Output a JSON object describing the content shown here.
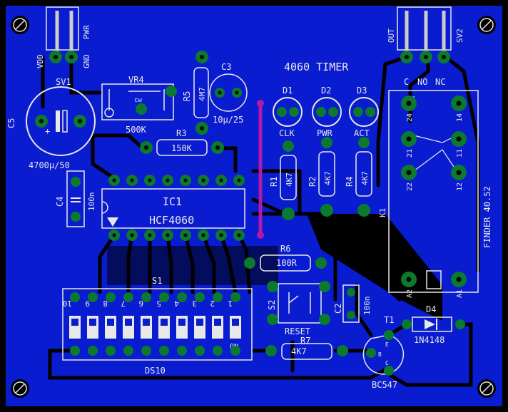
{
  "board": {
    "title": "4060 TIMER",
    "colors": {
      "copper": "#0a1ccf",
      "silk": "#e8e8e8",
      "pad": "#0b7a2e",
      "via": "#b01aa8",
      "background": "#000000"
    }
  },
  "labels": {
    "sv1": "SV1",
    "vdd": "VDD",
    "gnd": "GND",
    "pwr_pin": "PWR",
    "vr4": "VR4",
    "cw": "cw",
    "vr4_value": "500K",
    "c3": "C3",
    "c3_value": "10µ/25",
    "r5": "R5",
    "r5_value": "4M7",
    "c5": "C5",
    "c5_value": "4700µ/50",
    "r3": "R3",
    "r3_value": "150K",
    "d1": "D1",
    "d2": "D2",
    "d3": "D3",
    "clk": "CLK",
    "pwr": "PWR",
    "act": "ACT",
    "r1": "R1",
    "r1_value": "4K7",
    "r2": "R2",
    "r2_value": "4K7",
    "r4": "R4",
    "r4_value": "4K7",
    "c4": "C4",
    "c4_value": "100n",
    "ic1": "IC1",
    "ic1_part": "HCF4060",
    "r6": "R6",
    "r6_value": "100R",
    "s1": "S1",
    "ds10": "DS10",
    "on": "ON",
    "dip_numbers": [
      "10",
      "9",
      "8",
      "7",
      "6",
      "5",
      "4",
      "3",
      "2",
      "1"
    ],
    "s2": "S2",
    "reset": "RESET",
    "c2": "C2",
    "c2_value": "100n",
    "r7": "R7",
    "r7_value": "4K7",
    "t1": "T1",
    "t1_part": "BC547",
    "t1_pins": [
      "E",
      "B",
      "C"
    ],
    "d4": "D4",
    "d4_part": "1N4148",
    "sv2": "SV2",
    "out": "OUT",
    "c": "C",
    "no": "NO",
    "nc": "NC",
    "k1": "K1",
    "relay": "FINDER 40.52",
    "relay_pins": [
      "24",
      "14",
      "21",
      "11",
      "22",
      "12",
      "A2",
      "A1"
    ]
  }
}
